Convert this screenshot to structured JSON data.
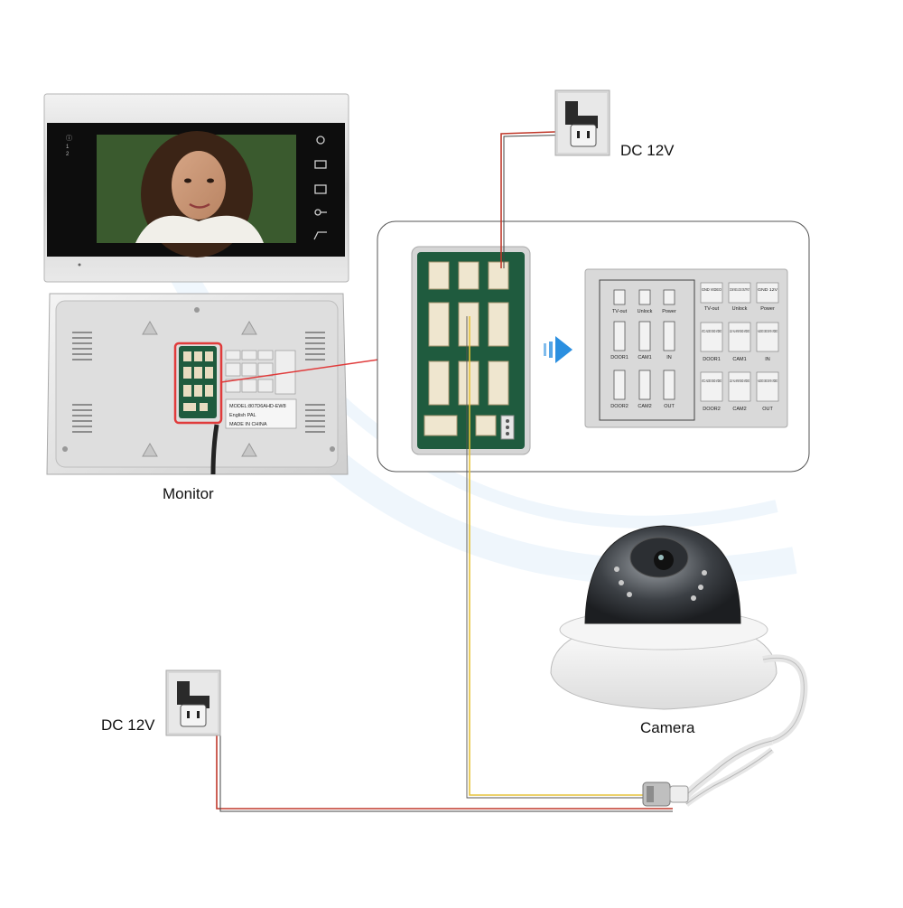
{
  "labels": {
    "monitor": "Monitor",
    "camera": "Camera",
    "dc_top": "DC 12V",
    "dc_bottom": "DC 12V"
  },
  "monitor_back_sticker": [
    "MODEL:807D6AHD-EW8",
    "English PAL",
    "MADE IN CHINA"
  ],
  "terminal_legend": [
    {
      "name": "TV-out",
      "pins": "GND VIDEO"
    },
    {
      "name": "Unlock",
      "pins": "COM NO LOCK OUTPUT"
    },
    {
      "name": "Power",
      "pins": "GND 12V"
    },
    {
      "name": "DOOR1",
      "pins": "VCC AUDIO GND VIDEO"
    },
    {
      "name": "CAM1",
      "pins": "12V ALARM GND VIDEO"
    },
    {
      "name": "IN",
      "pins": "AUDIO GND DATA VIDEO"
    },
    {
      "name": "DOOR2",
      "pins": "VCC AUDIO GND VIDEO"
    },
    {
      "name": "CAM2",
      "pins": "12V ALARM GND VIDEO"
    },
    {
      "name": "OUT",
      "pins": "AUDIO GND DATA VIDEO"
    }
  ],
  "colors": {
    "power_wire": "#c0392b",
    "video_wire": "#e6c23a",
    "callout_red": "#e03b3b",
    "arrow_blue": "#2b8fe0",
    "pcb_green": "#1f5b3e"
  },
  "icons": [
    "monitor-device",
    "power-outlet-icon",
    "dome-camera",
    "bnc-connector-icon",
    "blue-arrow-icon"
  ]
}
